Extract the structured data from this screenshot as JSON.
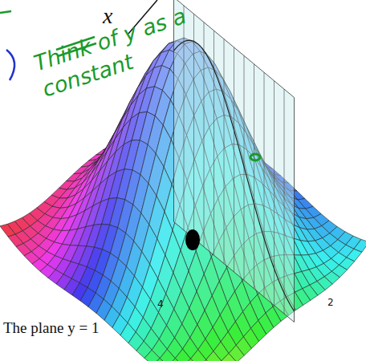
{
  "diagram": {
    "labels": [
      "x",
      "Think of y as a constant",
      "4",
      "2",
      "The plane y = 1"
    ]
  }
}
